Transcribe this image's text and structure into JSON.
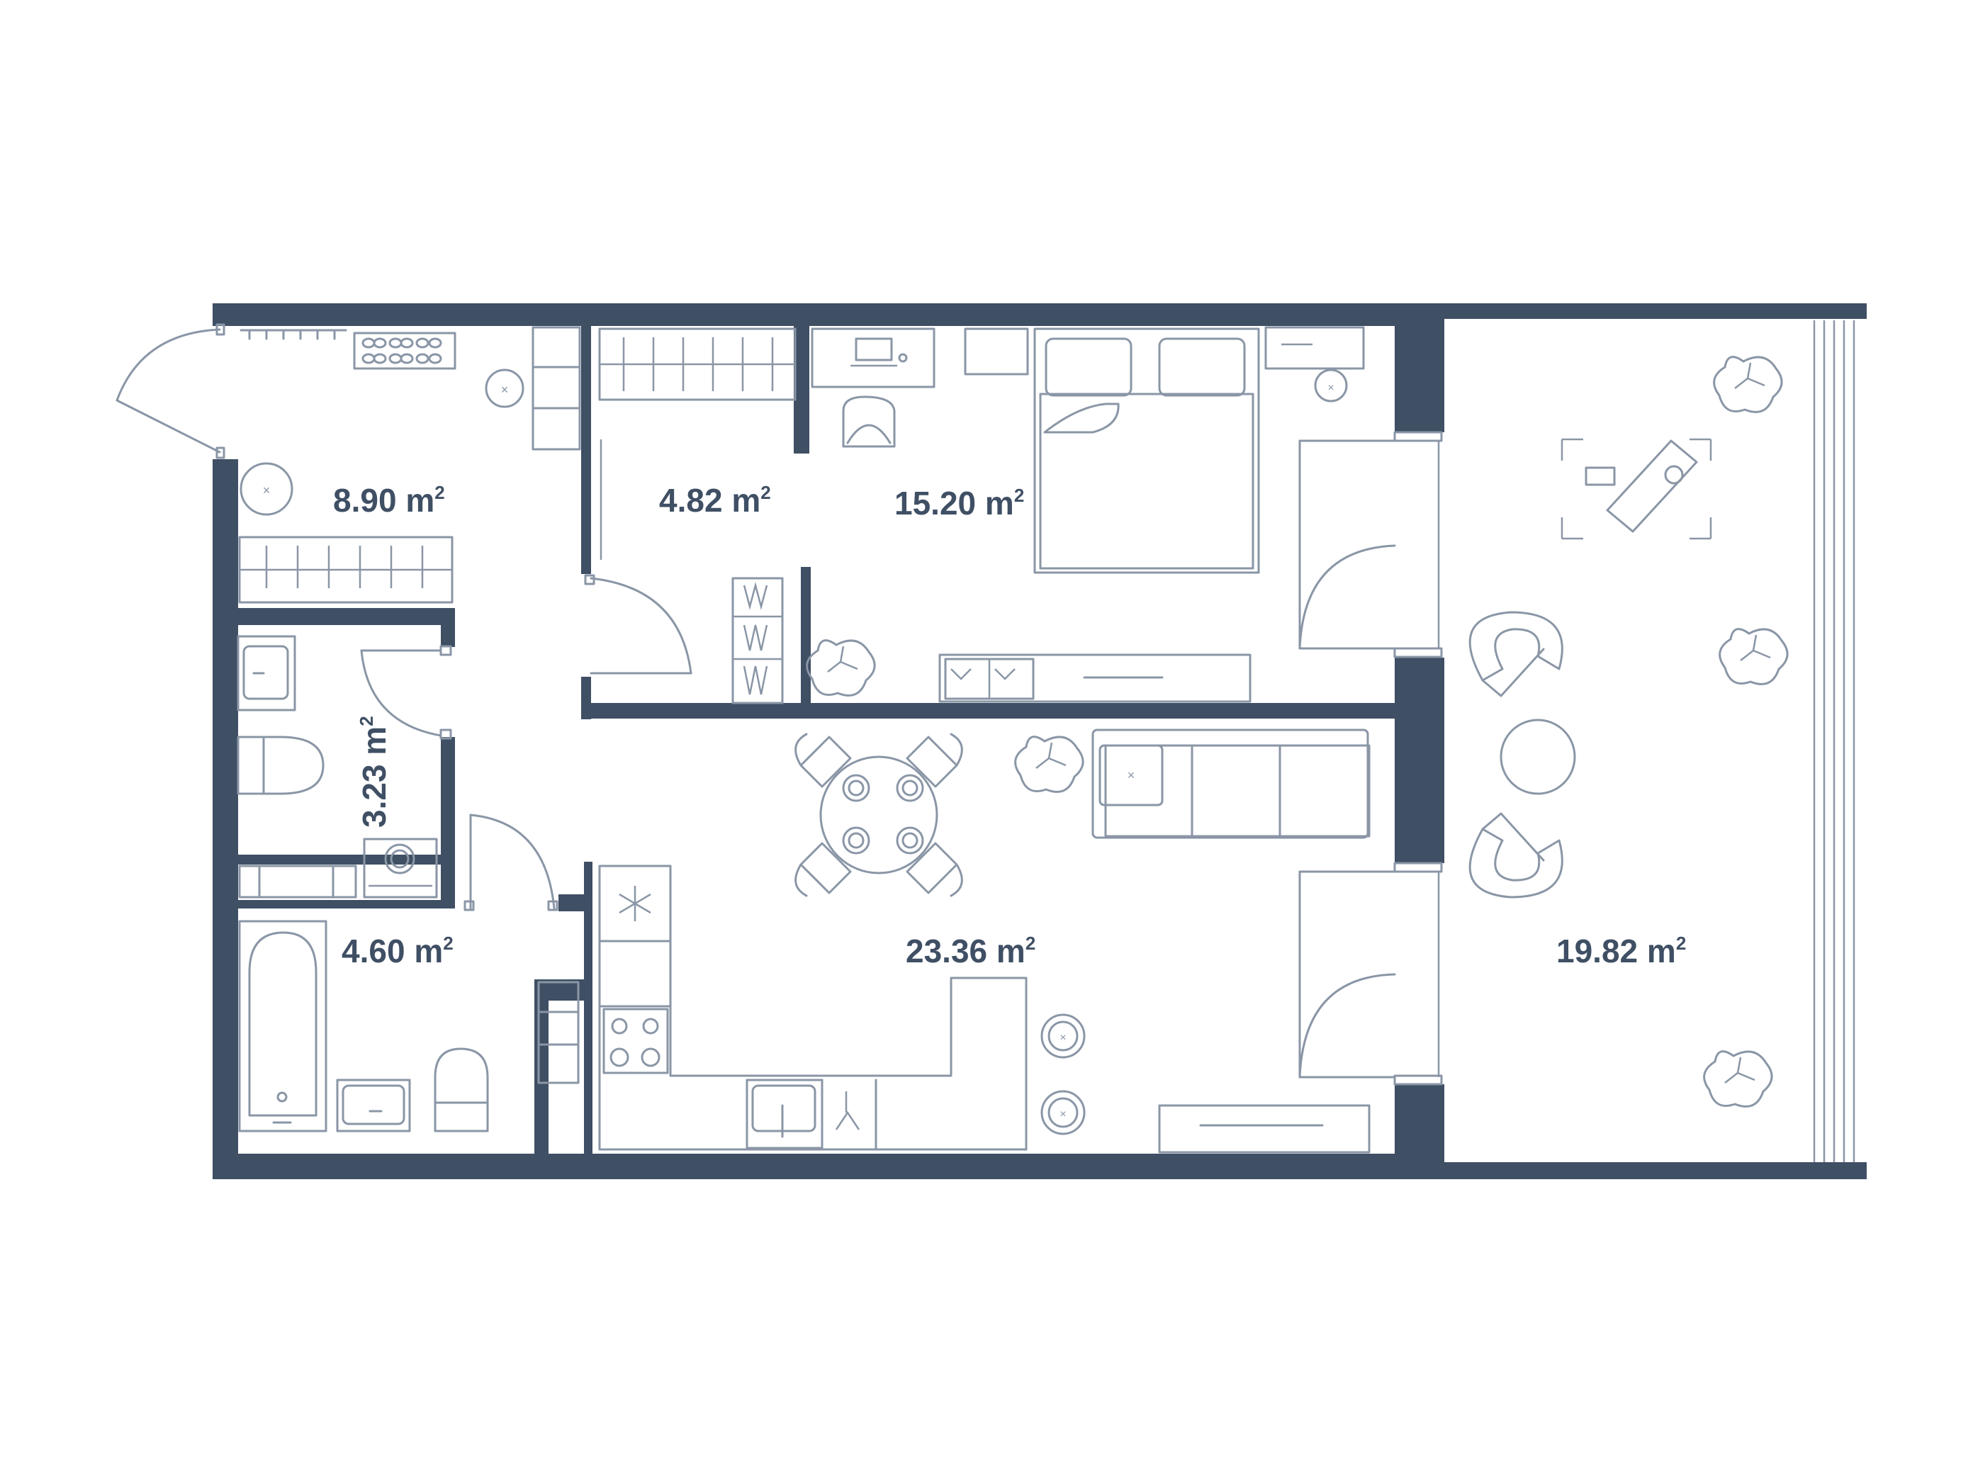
{
  "colors": {
    "wall": "#3f4f64",
    "furniture": "#8a96a6",
    "label": "#3f4f64",
    "background": "#ffffff"
  },
  "rooms": [
    {
      "id": "hallway",
      "area": "8.90",
      "unit": "m",
      "exponent": "2"
    },
    {
      "id": "walk-in-closet",
      "area": "4.82",
      "unit": "m",
      "exponent": "2"
    },
    {
      "id": "bedroom",
      "area": "15.20",
      "unit": "m",
      "exponent": "2"
    },
    {
      "id": "toilet",
      "area": "3.23",
      "unit": "m",
      "exponent": "2"
    },
    {
      "id": "bathroom",
      "area": "4.60",
      "unit": "m",
      "exponent": "2"
    },
    {
      "id": "living-kitchen",
      "area": "23.36",
      "unit": "m",
      "exponent": "2"
    },
    {
      "id": "terrace",
      "area": "19.82",
      "unit": "m",
      "exponent": "2"
    }
  ]
}
